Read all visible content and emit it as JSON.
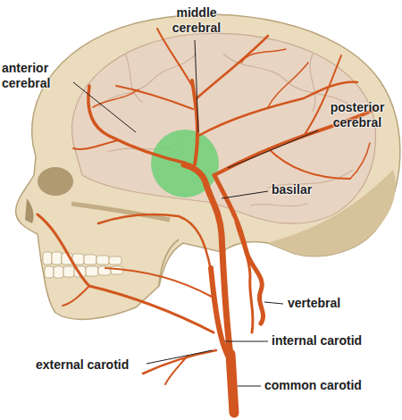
{
  "diagram": {
    "labels": [
      "anterior cerebral",
      "middle cerebral",
      "posterior cerebral",
      "basilar",
      "vertebral",
      "internal carotid",
      "external carotid",
      "common carotid"
    ]
  }
}
